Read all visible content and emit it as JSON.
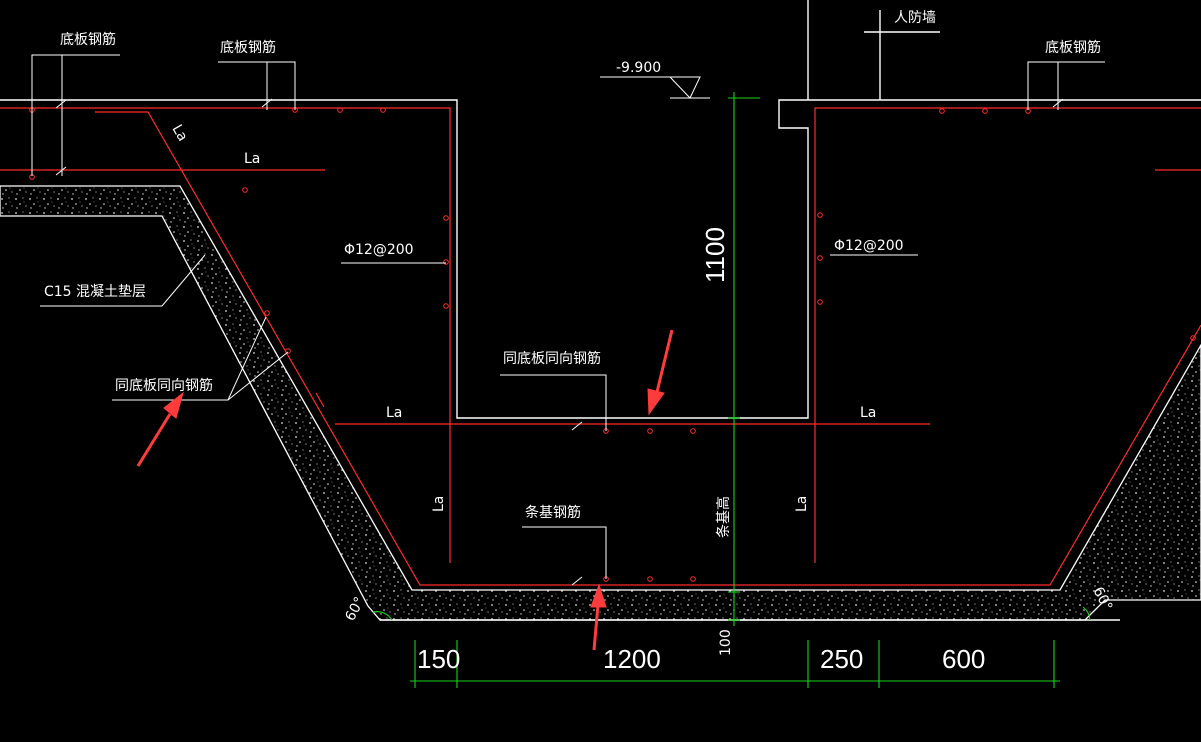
{
  "elevation": "-9.900",
  "walls": {
    "civil_defense_wall": "人防墙"
  },
  "rebar": {
    "bottom_slab_1": "底板钢筋",
    "bottom_slab_2": "底板钢筋",
    "bottom_slab_3": "底板钢筋",
    "spacing_left": "Φ12@200",
    "spacing_right": "Φ12@200",
    "same_direction_left": "同底板同向钢筋",
    "same_direction_center": "同底板同向钢筋",
    "strip_foundation": "条基钢筋"
  },
  "cushion": "C15 混凝土垫层",
  "anchorage": "La",
  "dimensions": {
    "height_1100": "1100",
    "strip_height": "条基高",
    "cushion_100": "100",
    "w150": "150",
    "w1200": "1200",
    "w250": "250",
    "w600": "600"
  },
  "angles": {
    "left": "60°",
    "right": "60°"
  },
  "colors": {
    "background": "#000000",
    "outline": "#ffffff",
    "rebar": "#ff2b2b",
    "dimension": "#19d419",
    "arrow": "#ff3b3b"
  }
}
